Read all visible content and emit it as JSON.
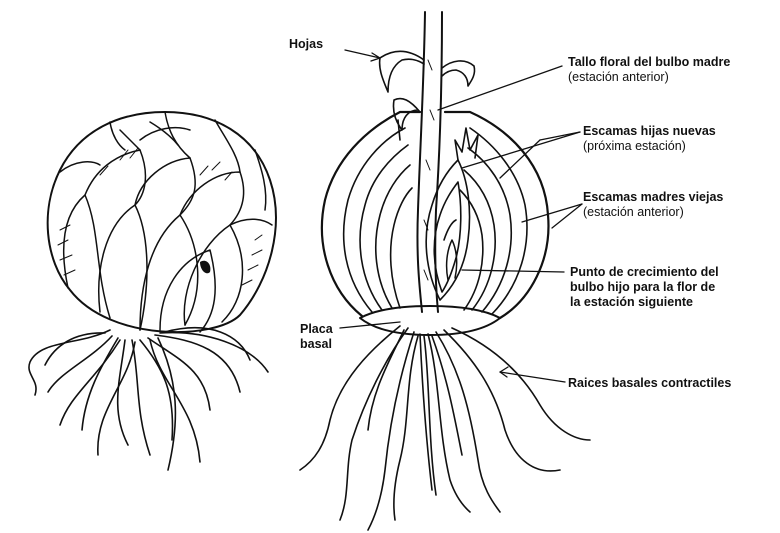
{
  "labels": {
    "hojas": "Hojas",
    "tallo_floral": "Tallo floral del bulbo madre",
    "tallo_floral_sub": "(estación anterior)",
    "escamas_hijas": "Escamas hijas nuevas",
    "escamas_hijas_sub": "(próxima estación)",
    "escamas_madres": "Escamas madres viejas",
    "escamas_madres_sub": "(estación anterior)",
    "punto_1": "Punto de crecimiento del",
    "punto_2": "bulbo hijo para la flor de",
    "punto_3": "la estación siguiente",
    "placa_1": "Placa",
    "placa_2": "basal",
    "raices": "Raices basales contractiles"
  },
  "colors": {
    "ink": "#111111",
    "paper": "#ffffff"
  }
}
